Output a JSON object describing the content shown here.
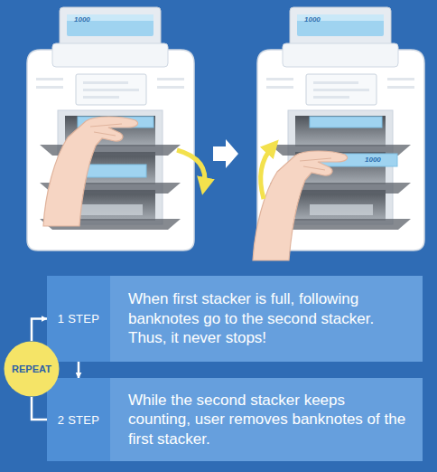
{
  "diagram": {
    "nodes": [
      {
        "text": [
          "1 STEP"
        ]
      },
      {
        "text": [
          "When first stacker is full, following banknotes go to the second stacker. Thus, it never stops!"
        ]
      },
      {
        "text": [
          "REPEAT"
        ]
      },
      {
        "text": [
          "2 STEP"
        ]
      },
      {
        "text": [
          "While the second stacker keeps counting, user removes banknotes of the first stacker."
        ]
      }
    ],
    "edges": [
      {
        "from": 3,
        "to": 2,
        "arrow": "none"
      },
      {
        "from": 2,
        "to": 0,
        "arrow": "to"
      },
      {
        "from": 0,
        "to": 3,
        "arrow": "to"
      }
    ],
    "labels": [
      "1000",
      "1000",
      "1000"
    ]
  }
}
